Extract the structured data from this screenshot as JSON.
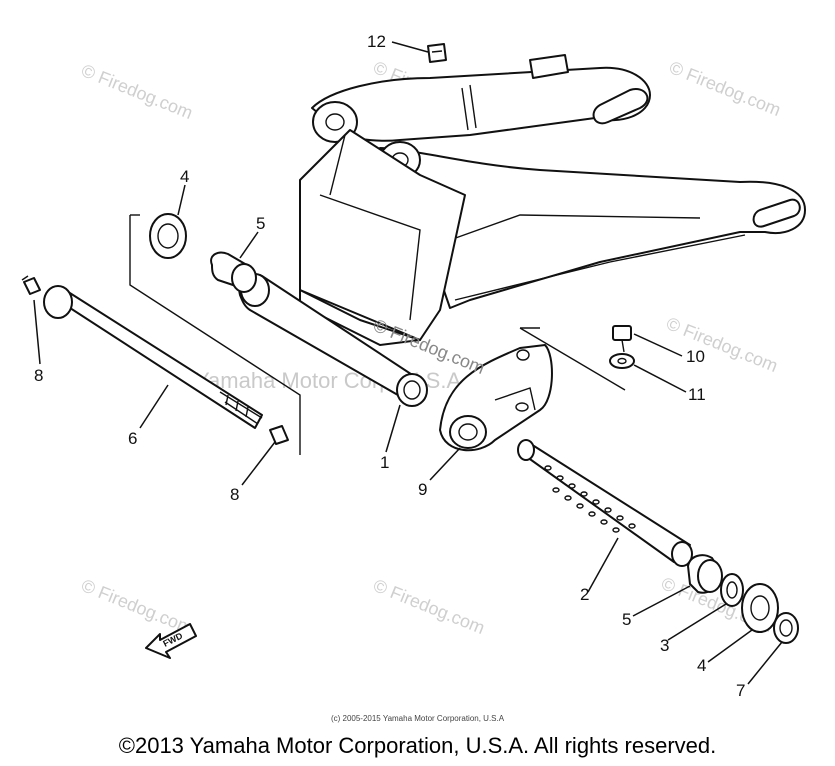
{
  "watermarks": {
    "firedog": "© Firedog.com",
    "diagram_copy": "© Firedog.com",
    "yamaha": "Yamaha Motor Corp. U.S.A."
  },
  "callouts": {
    "c1": "1",
    "c2": "2",
    "c3": "3",
    "c4a": "4",
    "c4b": "4",
    "c5a": "5",
    "c5b": "5",
    "c6": "6",
    "c7": "7",
    "c8a": "8",
    "c8b": "8",
    "c9": "9",
    "c10": "10",
    "c11": "11",
    "c12": "12"
  },
  "fwd_label": "FWD",
  "small_copyright": "(c) 2005-2015 Yamaha Motor Corporation, U.S.A",
  "footer_copyright": "©2013 Yamaha Motor Corporation, U.S.A. All rights reserved."
}
